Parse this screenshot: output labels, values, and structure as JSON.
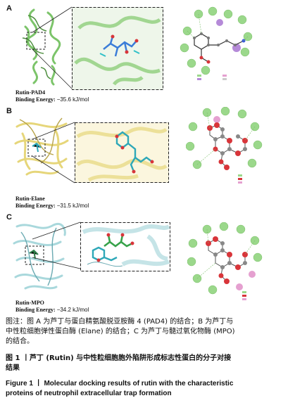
{
  "panels": [
    {
      "letter": "A",
      "complex": "Rutin-PAD4",
      "energy_label": "Binding Energy:",
      "energy_value": "−35.6 kJ/mol",
      "protein_color": "#7cc46a",
      "protein_dark": "#4e8f3f"
    },
    {
      "letter": "B",
      "complex": "Rutin-Elane",
      "energy_label": "Binding Energy:",
      "energy_value": "−31.5 kJ/mol",
      "protein_color": "#e6d67a",
      "protein_dark": "#b8a44a"
    },
    {
      "letter": "C",
      "complex": "Rutin-MPO",
      "energy_label": "Binding Energy:",
      "energy_value": "−34.2 kJ/mol",
      "protein_color": "#a9d8dc",
      "protein_dark": "#6aaab2"
    }
  ],
  "caption": {
    "note_line1": "图注：图 A 为芦丁与蛋白精氨酸脱亚胺酶 4 (PAD4) 的结合；B 为芦丁与",
    "note_line2": "中性粒细胞弹性蛋白酶 (Elane) 的结合；C 为芦丁与髓过氧化物酶 (MPO)",
    "note_line3": "的结合。",
    "title_cn_line1": "图 1  丨芦丁 (Rutin) 与中性粒细胞胞外陷阱形成标志性蛋白的分子对接",
    "title_cn_line2": "结果",
    "title_en_line1": "Figure 1  丨  Molecular docking results of rutin with the characteristic",
    "title_en_line2": "proteins of neutrophil extracellular trap formation"
  }
}
